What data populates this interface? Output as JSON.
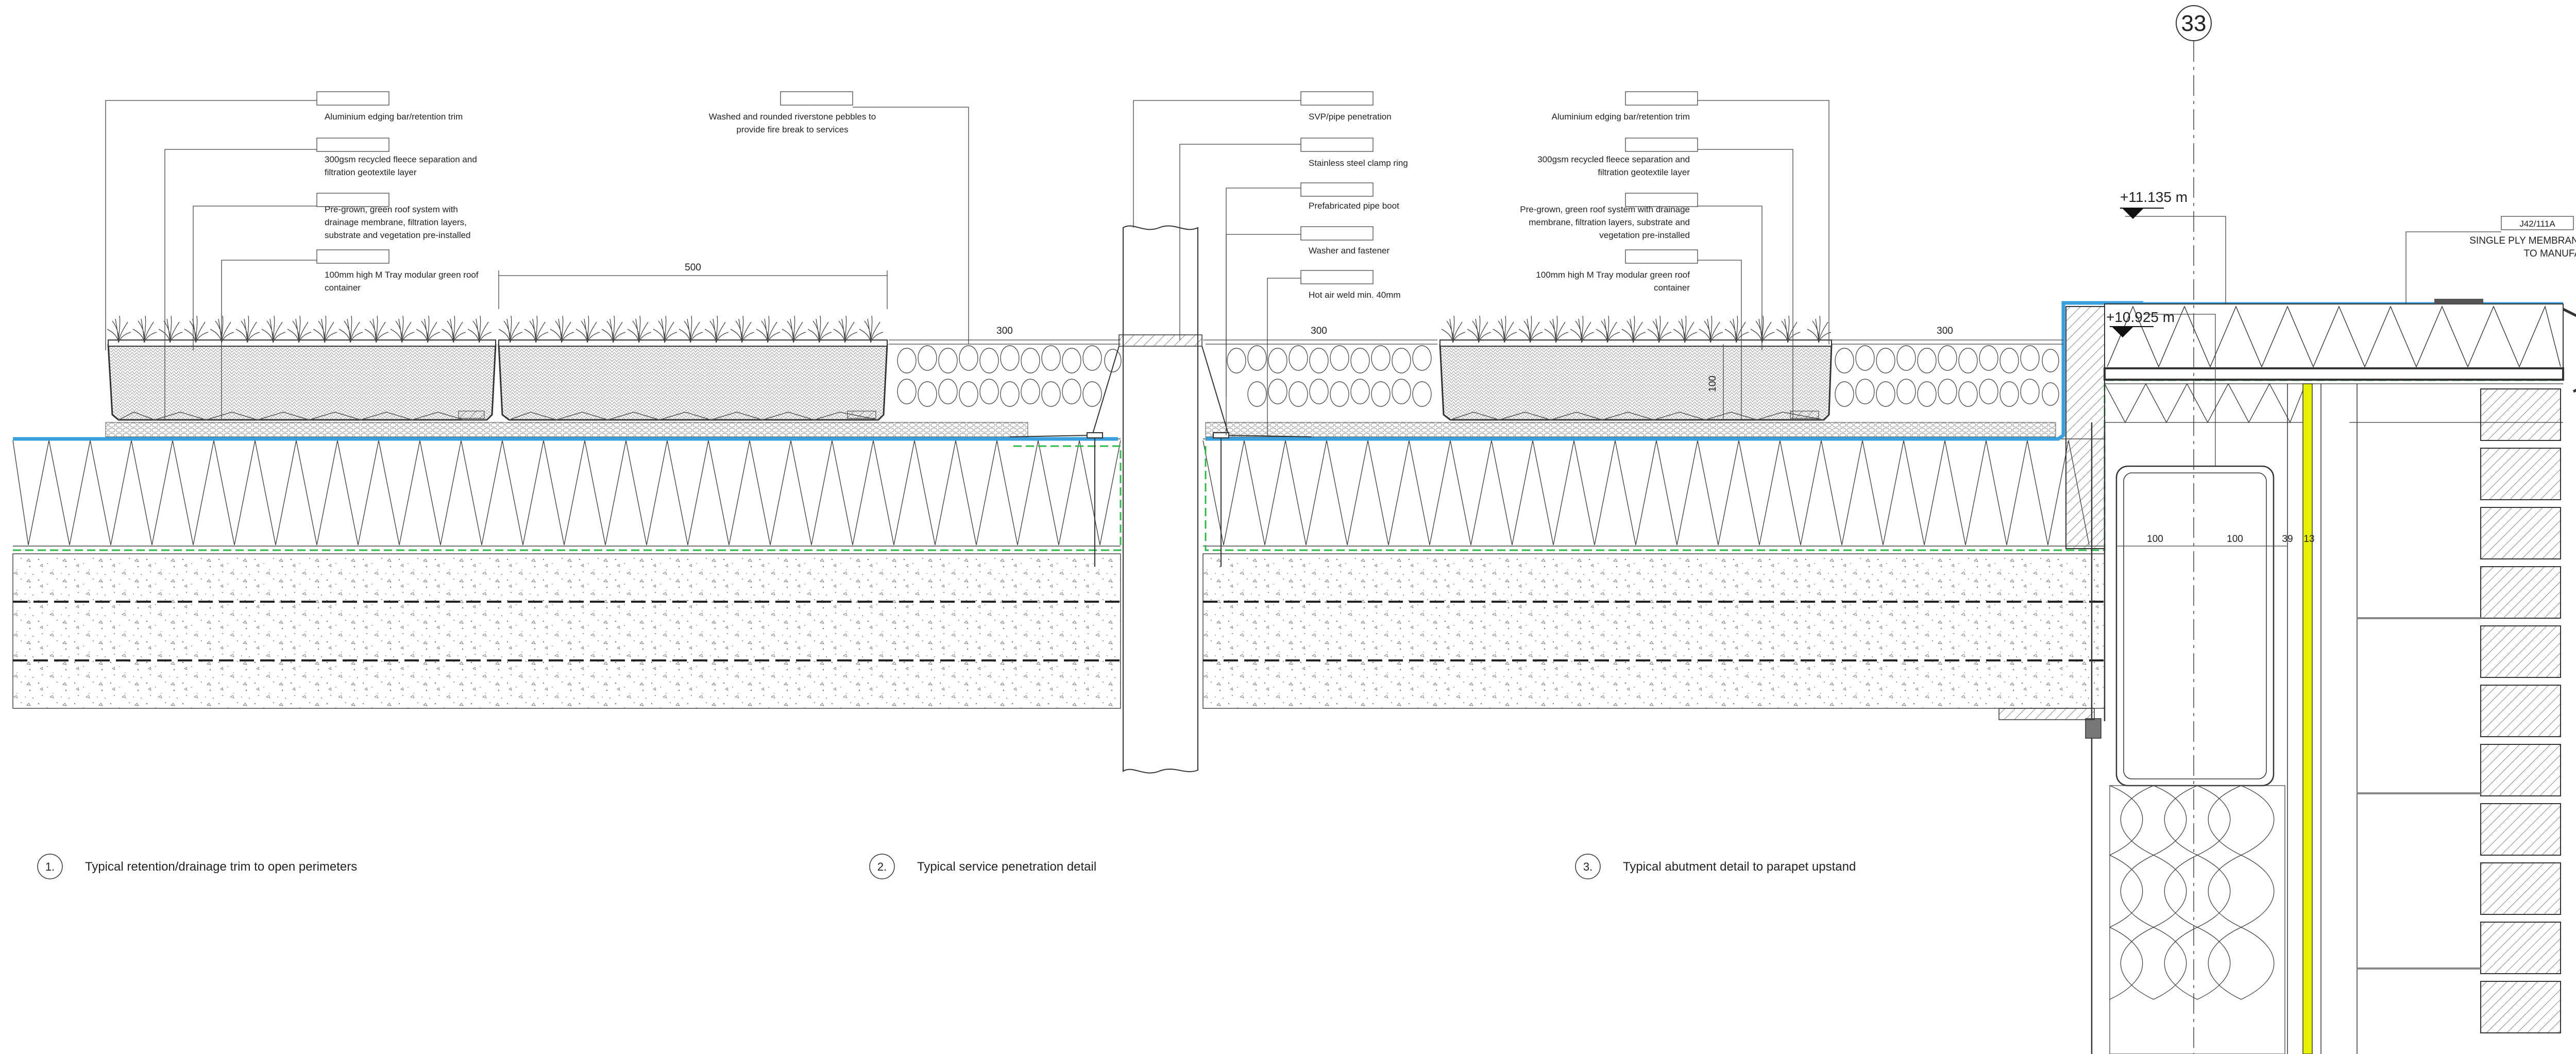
{
  "grid_marker": "33",
  "detail1": {
    "number": "1.",
    "caption": "Typical retention/drainage trim to open perimeters",
    "labels": [
      "Aluminium edging bar/retention trim",
      "300gsm recycled fleece separation and",
      "filtration geotextile layer",
      "Pre-grown, green roof system with",
      "drainage membrane, filtration layers,",
      "substrate and vegetation pre-installed",
      "100mm high M Tray modular green roof",
      "container"
    ],
    "dim_tray": "500",
    "dim_gap": "300"
  },
  "detail2": {
    "number": "2.",
    "caption": "Typical service penetration detail",
    "labels_left": [
      "Washed and rounded riverstone pebbles to",
      "provide fire break to services"
    ],
    "labels_right": [
      "SVP/pipe penetration",
      "Stainless steel clamp ring",
      "Prefabricated pipe boot",
      "Washer and fastener",
      "Hot air weld min. 40mm"
    ],
    "dim_gap": "300"
  },
  "detail3": {
    "number": "3.",
    "caption": "Typical abutment detail to parapet upstand",
    "labels": [
      "Aluminium edging bar/retention trim",
      "300gsm recycled fleece separation and",
      "filtration geotextile layer",
      "Pre-grown, green roof system with drainage",
      "membrane, filtration layers, substrate and",
      "vegetation pre-installed",
      "100mm high M Tray modular green roof",
      "container"
    ],
    "dim_gap": "300",
    "dim_height": "100"
  },
  "parapet": {
    "level_top": "+11.135 m",
    "level_roof": "+10.925 m",
    "ref_tag": "J42/111A",
    "note_line1": "SINGLE PLY MEMBRANE + HOT AIR WELD",
    "note_line2": "TO MANUFACTURER'S DETAIL",
    "dims": [
      "100",
      "100",
      "39",
      "13"
    ]
  },
  "colors": {
    "membrane_blue": "#3aa0dd",
    "vcl_green": "#2db84a",
    "breather_yellow": "#e6f000",
    "line": "#333333"
  }
}
